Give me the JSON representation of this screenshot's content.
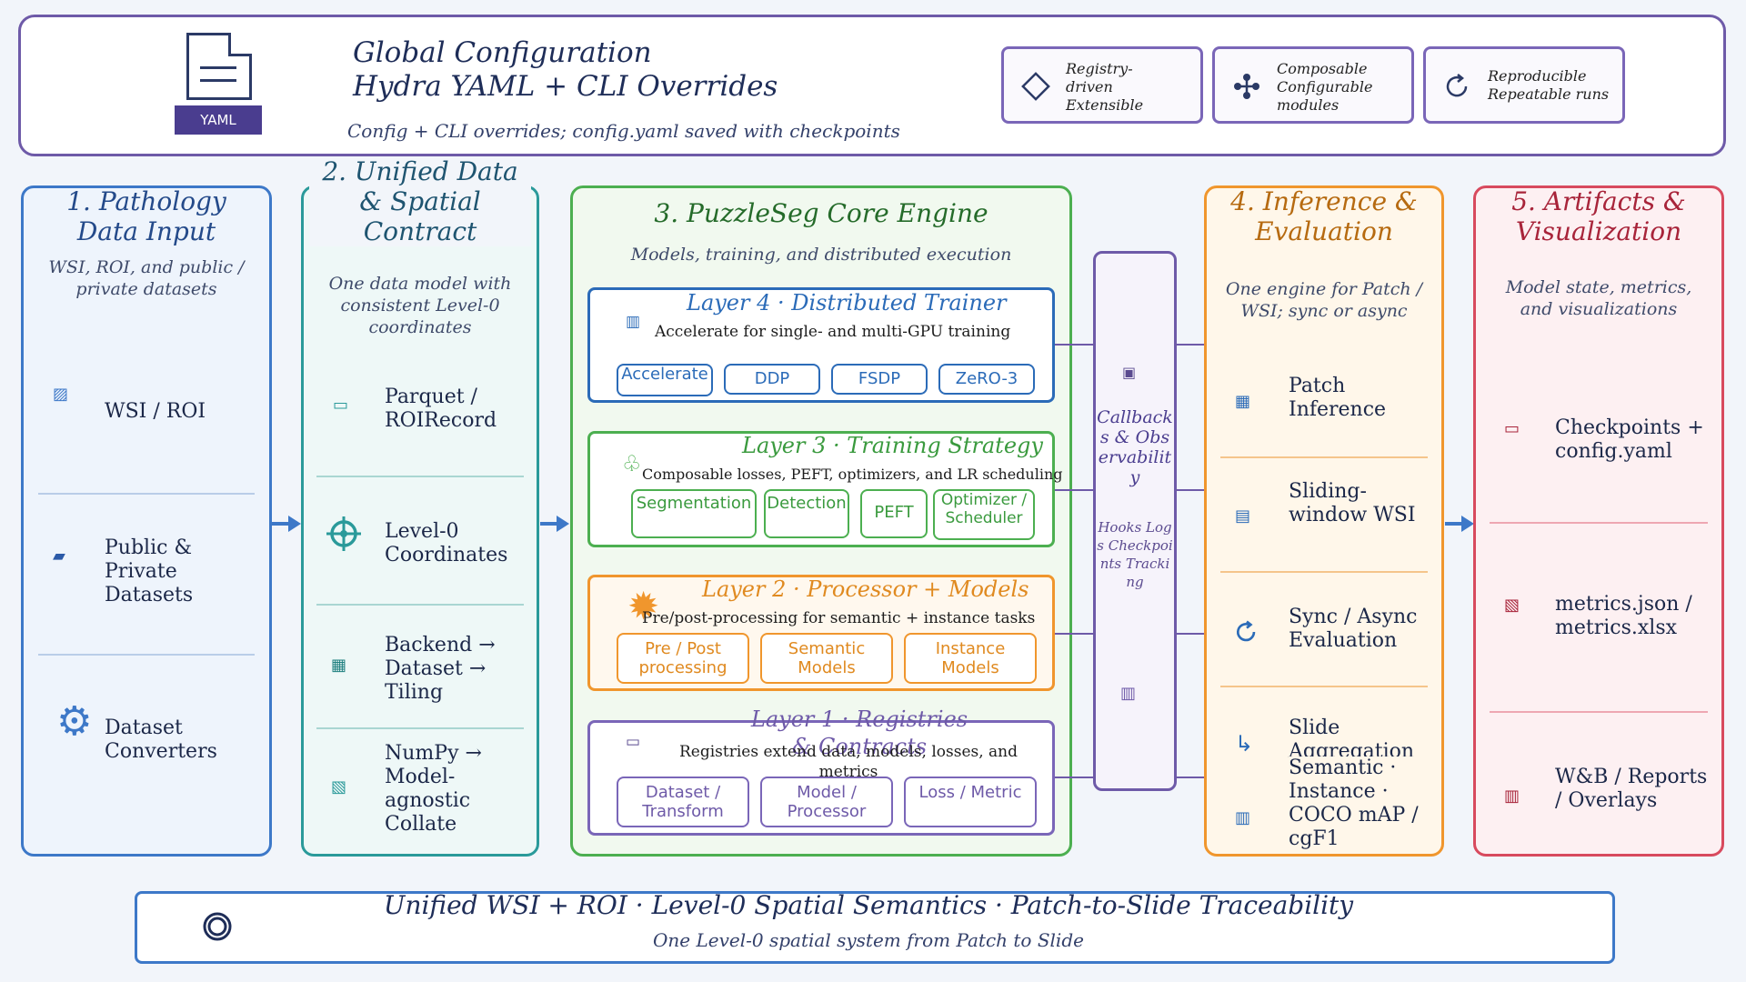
{
  "colors": {
    "purple": "#6e5aa8",
    "blue": "#3d78c8",
    "teal": "#2a9a9a",
    "green": "#4caf50",
    "orange": "#f0962d",
    "red": "#d84a5e"
  },
  "header": {
    "icon": "yaml-file-icon",
    "badge": "YAML",
    "title_line1": "Global Configuration",
    "title_line2": "Hydra YAML + CLI Overrides",
    "subtitle": "Config + CLI overrides; config.yaml saved with checkpoints",
    "features": [
      {
        "icon": "diamond-icon",
        "text": "Registry-\ndriven\nExtensible"
      },
      {
        "icon": "modules-icon",
        "text": "Composable\nConfigurable\nmodules"
      },
      {
        "icon": "refresh-icon",
        "text": "Reproducible\nRepeatable runs"
      }
    ]
  },
  "col1": {
    "title": "1. Pathology Data Input",
    "subtitle": "WSI, ROI, and public / private datasets",
    "items": [
      "WSI / ROI",
      "Public & Private Datasets",
      "Dataset Converters"
    ]
  },
  "col2": {
    "title": "2. Unified Data & Spatial Contract",
    "subtitle": "One data model with consistent Level-0 coordinates",
    "items": [
      "Parquet / ROIRecord",
      "Level-0 Coordinates",
      "Backend → Dataset → Tiling",
      "NumPy → Model-agnostic Collate"
    ]
  },
  "col3": {
    "title": "3. PuzzleSeg Core Engine",
    "subtitle": "Models, training, and distributed execution",
    "layer4": {
      "title": "Layer 4 · Distributed Trainer",
      "desc": "Accelerate for single- and multi-GPU training",
      "chips": [
        "Accelerate",
        "DDP",
        "FSDP",
        "ZeRO-3"
      ]
    },
    "layer3": {
      "title": "Layer 3 · Training Strategy",
      "desc": "Composable losses, PEFT, optimizers, and LR scheduling",
      "chips": [
        "Segmentation",
        "Detection",
        "PEFT",
        "Optimizer / Scheduler"
      ]
    },
    "layer2": {
      "title": "Layer 2 · Processor + Models",
      "desc": "Pre/post-processing for semantic + instance tasks",
      "chips": [
        "Pre / Post processing",
        "Semantic Models",
        "Instance Models"
      ]
    },
    "layer1": {
      "title": "Layer 1 · Registries & Contracts",
      "desc": "Registries extend data, models, losses, and metrics",
      "chips": [
        "Dataset / Transform",
        "Model / Processor",
        "Loss / Metric"
      ]
    }
  },
  "callbacks": {
    "title": "Callbacks & Observability",
    "sub": "Hooks Logs Checkpoints Tracking"
  },
  "col4": {
    "title": "4. Inference & Evaluation",
    "subtitle": "One engine for Patch / WSI; sync or async",
    "items": [
      "Patch Inference",
      "Sliding-window WSI",
      "Sync / Async Evaluation",
      "Slide Aggregation",
      "Semantic · Instance · COCO mAP / cgF1"
    ]
  },
  "col5": {
    "title": "5. Artifacts & Visualization",
    "subtitle": "Model state, metrics, and visualizations",
    "items": [
      "Checkpoints + config.yaml",
      "metrics.json / metrics.xlsx",
      "W&B / Reports / Overlays"
    ]
  },
  "footer": {
    "icon": "target-icon",
    "title": "Unified WSI + ROI · Level-0 Spatial Semantics · Patch-to-Slide Traceability",
    "subtitle": "One Level-0 spatial system from Patch to Slide"
  }
}
